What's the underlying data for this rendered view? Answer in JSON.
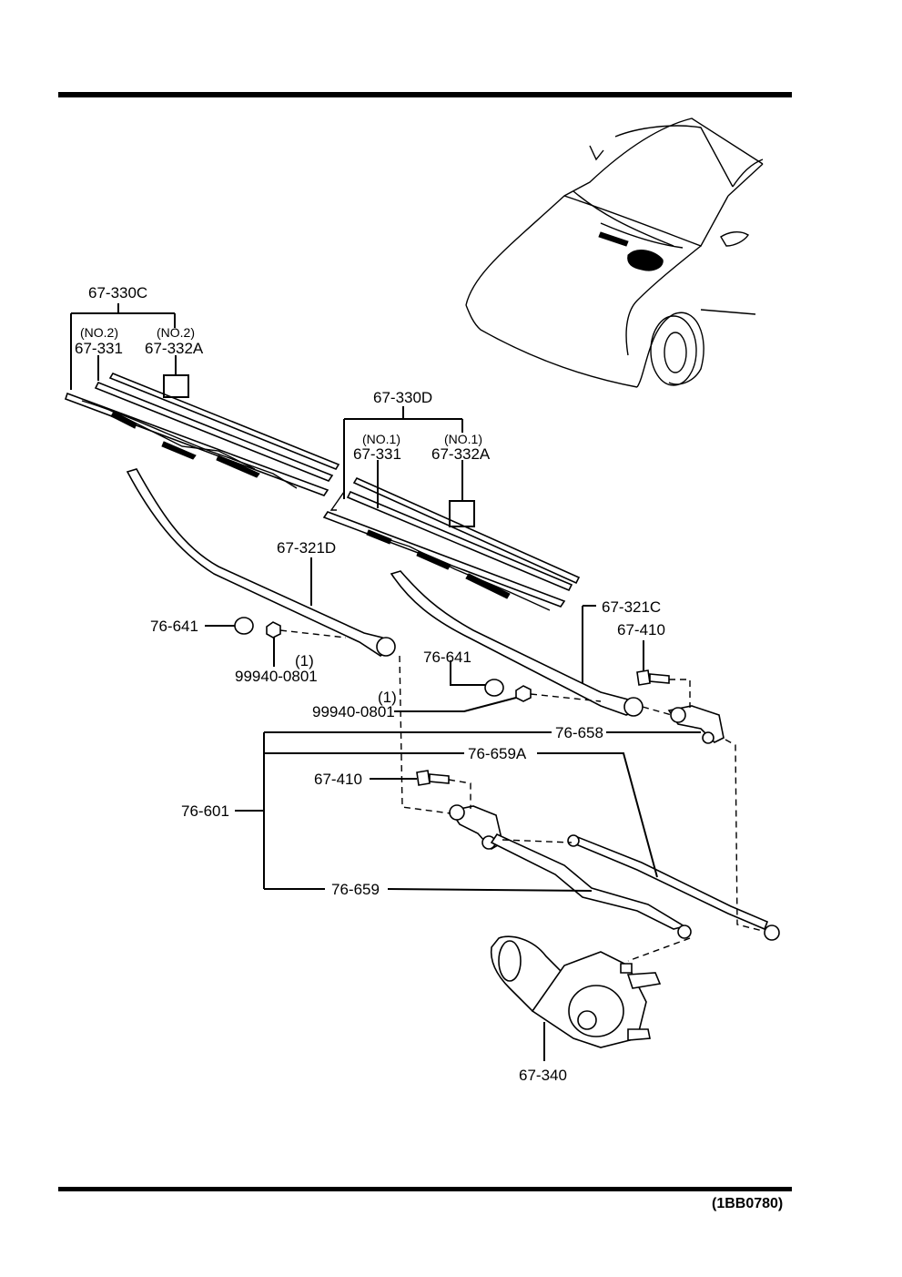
{
  "diagram_code": "(1BB0780)",
  "labels": {
    "blade_set_passenger": "67-330C",
    "no2_a": "(NO.2)",
    "no2_b": "(NO.2)",
    "refill_passenger": "67-331",
    "insert_passenger": "67-332A",
    "blade_set_driver": "67-330D",
    "no1_a": "(NO.1)",
    "no1_b": "(NO.1)",
    "refill_driver": "67-331",
    "insert_driver": "67-332A",
    "arm_passenger": "67-321D",
    "arm_driver": "67-321C",
    "cap_left": "76-641",
    "nut_left": "99940-0801",
    "qty_left": "(1)",
    "cap_right": "76-641",
    "qty_right": "(1)",
    "nut_right": "99940-0801",
    "bolt_right": "67-410",
    "bolt_left": "67-410",
    "link_658": "76-658",
    "link_659a": "76-659A",
    "linkage_assy": "76-601",
    "link_659": "76-659",
    "motor": "67-340"
  }
}
